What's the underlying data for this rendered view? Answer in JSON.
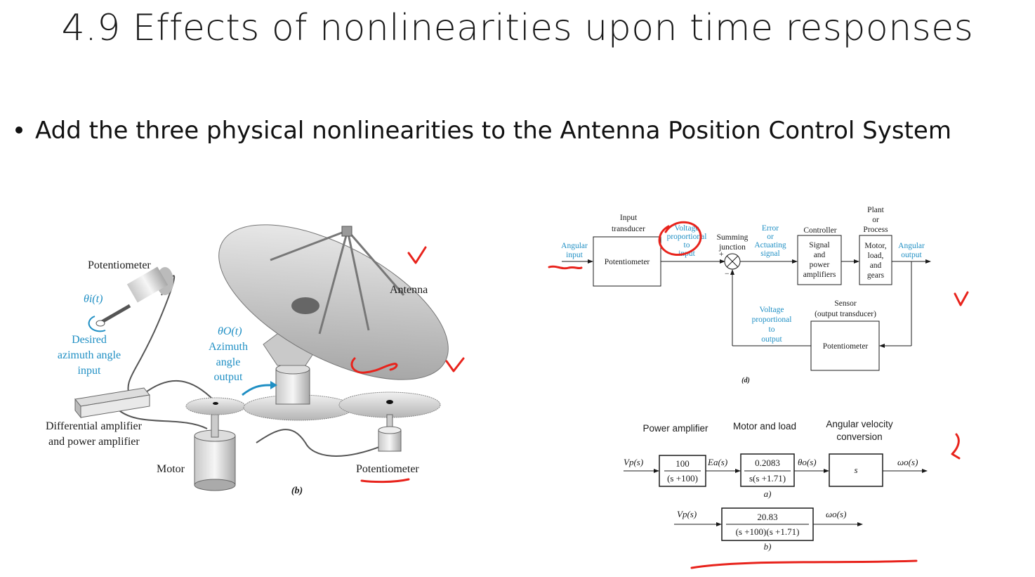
{
  "slide": {
    "title": "4.9 Effects of nonlinearities upon time responses",
    "bullet": "Add the three physical nonlinearities to the Antenna Position Control System"
  },
  "figure_b": {
    "potentiometer_top": "Potentiometer",
    "theta_i": "θi(t)",
    "desired_1": "Desired",
    "desired_2": "azimuth angle",
    "desired_3": "input",
    "antenna": "Antenna",
    "theta_o": "θO(t)",
    "azimuth_1": "Azimuth",
    "azimuth_2": "angle",
    "azimuth_3": "output",
    "diff_amp_1": "Differential amplifier",
    "diff_amp_2": "and power amplifier",
    "motor": "Motor",
    "potentiometer_bottom": "Potentiometer",
    "caption": "(b)"
  },
  "figure_d": {
    "angular_input_1": "Angular",
    "angular_input_2": "input",
    "input_transducer_1": "Input",
    "input_transducer_2": "transducer",
    "potentiometer_in": "Potentiometer",
    "voltage_in_1": "Voltage",
    "voltage_in_2": "proportional",
    "voltage_in_3": "to",
    "voltage_in_4": "input",
    "summing_1": "Summing",
    "summing_2": "junction",
    "plus": "+",
    "minus": "−",
    "error_1": "Error",
    "error_2": "or",
    "error_3": "Actuating",
    "error_4": "signal",
    "controller": "Controller",
    "ctrl_box_1": "Signal",
    "ctrl_box_2": "and",
    "ctrl_box_3": "power",
    "ctrl_box_4": "amplifiers",
    "plant_1": "Plant",
    "plant_2": "or",
    "plant_3": "Process",
    "plant_box_1": "Motor,",
    "plant_box_2": "load,",
    "plant_box_3": "and",
    "plant_box_4": "gears",
    "angular_output_1": "Angular",
    "angular_output_2": "output",
    "sensor_1": "Sensor",
    "sensor_2": "(output transducer)",
    "potentiometer_out": "Potentiometer",
    "voltage_out_1": "Voltage",
    "voltage_out_2": "proportional",
    "voltage_out_3": "to",
    "voltage_out_4": "output",
    "caption": "(d)"
  },
  "figure_ab": {
    "hdr_power_amp": "Power amplifier",
    "hdr_motor_load": "Motor and load",
    "hdr_ang_vel_1": "Angular velocity",
    "hdr_ang_vel_2": "conversion",
    "vp_a": "Vp(s)",
    "tf_amp_num": "100",
    "tf_amp_den": "(s +100)",
    "ea": "Ea(s)",
    "tf_motor_num": "0.2083",
    "tf_motor_den": "s(s +1.71)",
    "theta_o_s": "θo(s)",
    "tf_s": "s",
    "omega_a": "ωo(s)",
    "label_a": "a)",
    "vp_b": "Vp(s)",
    "tf_total_num": "20.83",
    "tf_total_den": "(s +100)(s +1.71)",
    "omega_b": "ωo(s)",
    "label_b": "b)"
  },
  "colors": {
    "annotation_red": "#e8231c",
    "label_blue": "#1f8fc4",
    "text": "#1a1a1a"
  }
}
